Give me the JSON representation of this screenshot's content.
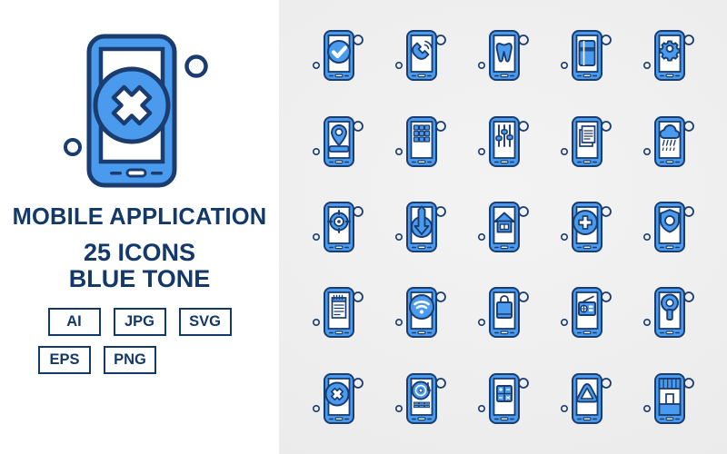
{
  "poster": {
    "hero": {
      "icon_name": "mobile-cancel-icon",
      "description": "Smartphone with cross/cancel circle on screen"
    },
    "title": "MOBILE APPLICATION",
    "subtitle_lines": [
      "25 ICONS",
      "BLUE TONE"
    ],
    "formats_row1": [
      "AI",
      "JPG",
      "SVG"
    ],
    "formats_row2": [
      "EPS",
      "PNG"
    ]
  },
  "colors": {
    "brand_blue": "#4a9bee",
    "brand_blue_dark": "#3d8ae0",
    "navy_outline": "#1a3c6e",
    "navy_text": "#13386a",
    "panel_bg": "#efefef",
    "left_bg": "#ffffff",
    "screen_white": "#ffffff"
  },
  "icon_grid": {
    "columns": 5,
    "rows": 5,
    "count": 25,
    "items": [
      {
        "row": 1,
        "col": 1,
        "name": "mobile-checkmark-icon",
        "label": "Verified / Approved"
      },
      {
        "row": 1,
        "col": 2,
        "name": "mobile-phone-call-icon",
        "label": "Incoming Call"
      },
      {
        "row": 1,
        "col": 3,
        "name": "mobile-dental-icon",
        "label": "Dental / Tooth"
      },
      {
        "row": 1,
        "col": 4,
        "name": "mobile-credit-card-icon",
        "label": "Credit Card Payment"
      },
      {
        "row": 1,
        "col": 5,
        "name": "mobile-settings-icon",
        "label": "Settings Gear"
      },
      {
        "row": 2,
        "col": 1,
        "name": "mobile-location-pin-icon",
        "label": "Location / Map Pin"
      },
      {
        "row": 2,
        "col": 2,
        "name": "mobile-app-grid-icon",
        "label": "App Grid / Keypad"
      },
      {
        "row": 2,
        "col": 3,
        "name": "mobile-equalizer-icon",
        "label": "Sliders / Equalizer"
      },
      {
        "row": 2,
        "col": 4,
        "name": "mobile-documents-icon",
        "label": "Documents / Files"
      },
      {
        "row": 2,
        "col": 5,
        "name": "mobile-weather-rain-icon",
        "label": "Weather Rain Cloud"
      },
      {
        "row": 3,
        "col": 1,
        "name": "mobile-gps-target-icon",
        "label": "GPS Target"
      },
      {
        "row": 3,
        "col": 2,
        "name": "mobile-download-icon",
        "label": "Download Arrow"
      },
      {
        "row": 3,
        "col": 3,
        "name": "mobile-home-icon",
        "label": "Home / House"
      },
      {
        "row": 3,
        "col": 4,
        "name": "mobile-add-plus-icon",
        "label": "Add / Plus"
      },
      {
        "row": 3,
        "col": 5,
        "name": "mobile-shield-icon",
        "label": "Security Shield"
      },
      {
        "row": 4,
        "col": 1,
        "name": "mobile-notepad-icon",
        "label": "Notepad / Notes"
      },
      {
        "row": 4,
        "col": 2,
        "name": "mobile-wifi-icon",
        "label": "Wi-Fi Signal"
      },
      {
        "row": 4,
        "col": 3,
        "name": "mobile-shopping-bag-icon",
        "label": "Shopping Bag"
      },
      {
        "row": 4,
        "col": 4,
        "name": "mobile-radio-icon",
        "label": "Radio"
      },
      {
        "row": 4,
        "col": 5,
        "name": "mobile-search-icon",
        "label": "Search / Magnifier"
      },
      {
        "row": 5,
        "col": 1,
        "name": "mobile-cancel-x-icon",
        "label": "Cancel / Close"
      },
      {
        "row": 5,
        "col": 2,
        "name": "mobile-music-vinyl-icon",
        "label": "Music / Vinyl Player"
      },
      {
        "row": 5,
        "col": 3,
        "name": "mobile-calculator-icon",
        "label": "Calculator"
      },
      {
        "row": 5,
        "col": 4,
        "name": "mobile-drive-triangle-icon",
        "label": "Cloud Drive Triangle"
      },
      {
        "row": 5,
        "col": 5,
        "name": "mobile-shop-icon",
        "label": "Shop / Storefront"
      }
    ]
  }
}
